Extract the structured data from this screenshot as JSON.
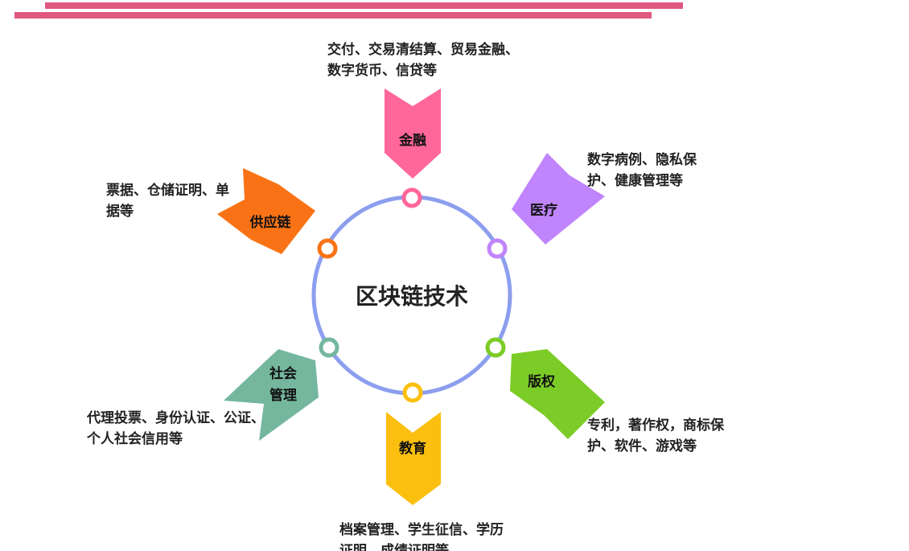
{
  "center": {
    "title": "区块链技术"
  },
  "colors": {
    "ring": "#8c9eee",
    "top_bars": "#e0577f",
    "finance": "#ff6699",
    "medical": "#c084fc",
    "supply_chain": "#f97316",
    "copyright": "#7ccc27",
    "social_management": "#74b79e",
    "education": "#fbbf0f"
  },
  "branches": [
    {
      "id": "finance",
      "label": "金融",
      "description": "交付、交易清结算、贸易金融、数字货币、信贷等",
      "icon": "ring-node"
    },
    {
      "id": "medical",
      "label": "医疗",
      "description": "数字病例、隐私保护、健康管理等",
      "icon": "ring-node"
    },
    {
      "id": "supply_chain",
      "label": "供应链",
      "description": "票据、仓储证明、单据等",
      "icon": "ring-node"
    },
    {
      "id": "copyright",
      "label": "版权",
      "description": "专利，著作权，商标保护、软件、游戏等",
      "icon": "ring-node"
    },
    {
      "id": "social_management",
      "label_line1": "社会",
      "label_line2": "管理",
      "description": "代理投票、身份认证、公证、个人社会信用等",
      "icon": "ring-node"
    },
    {
      "id": "education",
      "label": "教育",
      "description": "档案管理、学生征信、学历证明、成绩证明等",
      "icon": "ring-node"
    }
  ]
}
